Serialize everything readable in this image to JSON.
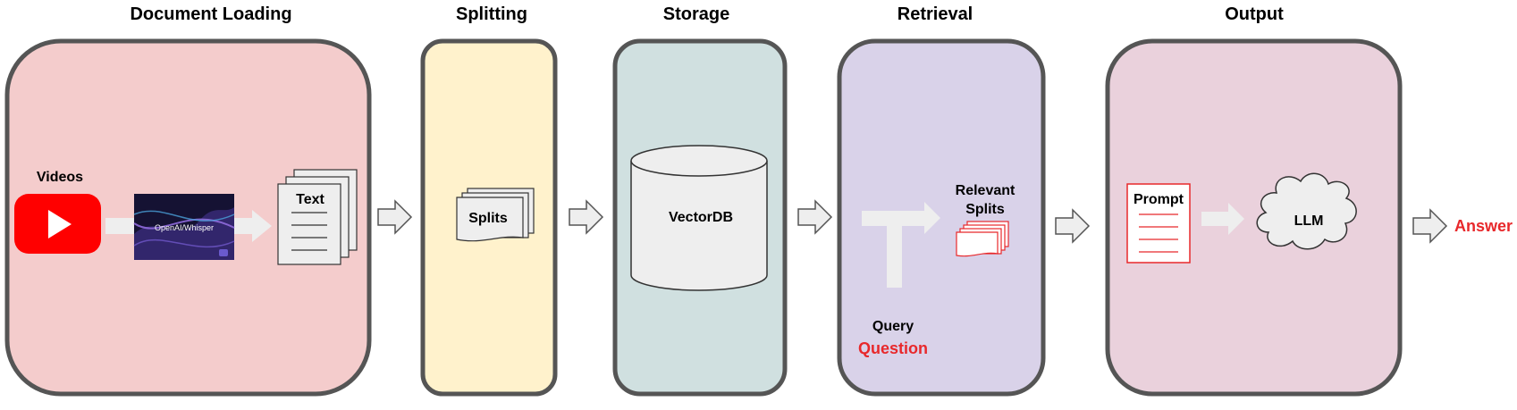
{
  "stages": [
    {
      "title": "Document Loading",
      "color": "#f4cccc"
    },
    {
      "title": "Splitting",
      "color": "#fff2cc"
    },
    {
      "title": "Storage",
      "color": "#d0e0e0"
    },
    {
      "title": "Retrieval",
      "color": "#d9d2e9"
    },
    {
      "title": "Output",
      "color": "#ead1dc"
    }
  ],
  "loading": {
    "videos_label": "Videos",
    "whisper_label": "OpenAI/Whisper",
    "text_label": "Text"
  },
  "splitting": {
    "splits_label": "Splits"
  },
  "storage": {
    "db_label": "VectorDB"
  },
  "retrieval": {
    "relevant_label_1": "Relevant",
    "relevant_label_2": "Splits",
    "query_label": "Query",
    "question_label": "Question"
  },
  "output": {
    "prompt_label": "Prompt",
    "llm_label": "LLM",
    "answer_label": "Answer"
  },
  "colors": {
    "accent_red": "#e8282b",
    "box_border": "#555555",
    "youtube_red": "#ff0000",
    "arrow_fill": "#eeeeee"
  }
}
